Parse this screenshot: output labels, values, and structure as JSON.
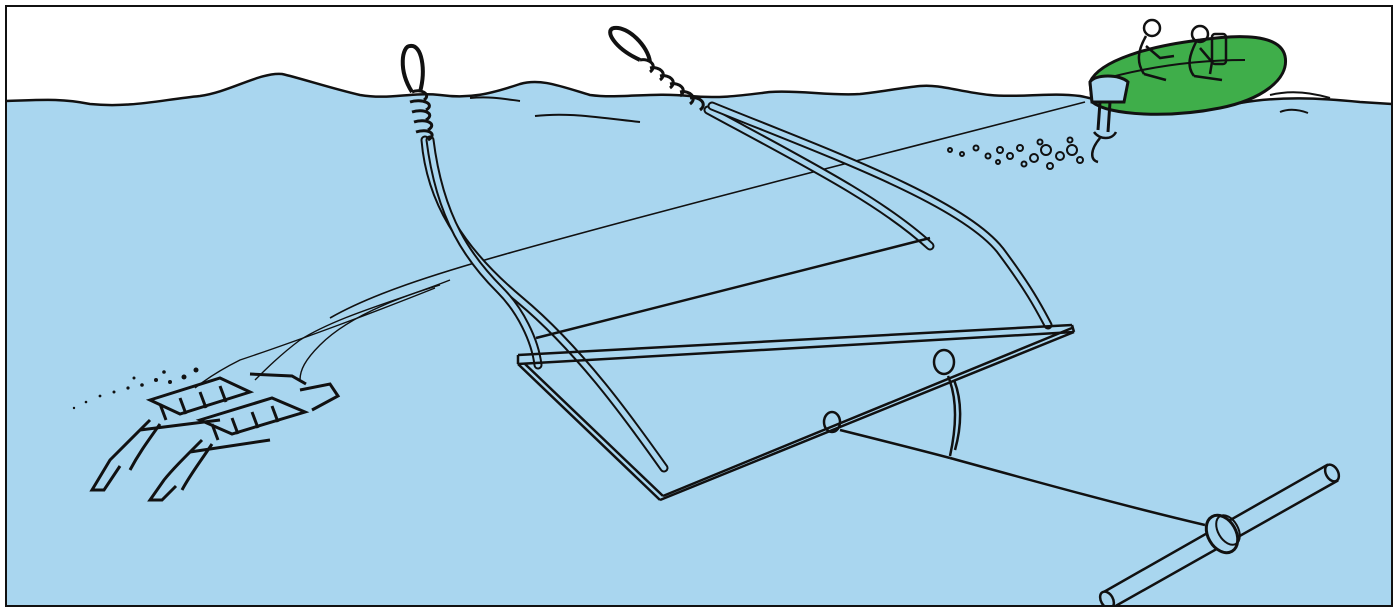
{
  "colors": {
    "sky": "#ffffff",
    "water": "#a9d6ef",
    "ink": "#111111",
    "boat": "#3fae4a",
    "border": "#111111"
  },
  "scene": {
    "elements": [
      "water-surface",
      "swim-line-left",
      "swim-line-right",
      "rectangular-frame",
      "cross-bar",
      "tow-bar",
      "tow-bridle",
      "drop-line",
      "bottom-pipe",
      "towing-rope",
      "inflatable-boat",
      "outboard-motor",
      "propeller-bubbles",
      "diver-left",
      "diver-right",
      "diver-bubbles"
    ]
  }
}
